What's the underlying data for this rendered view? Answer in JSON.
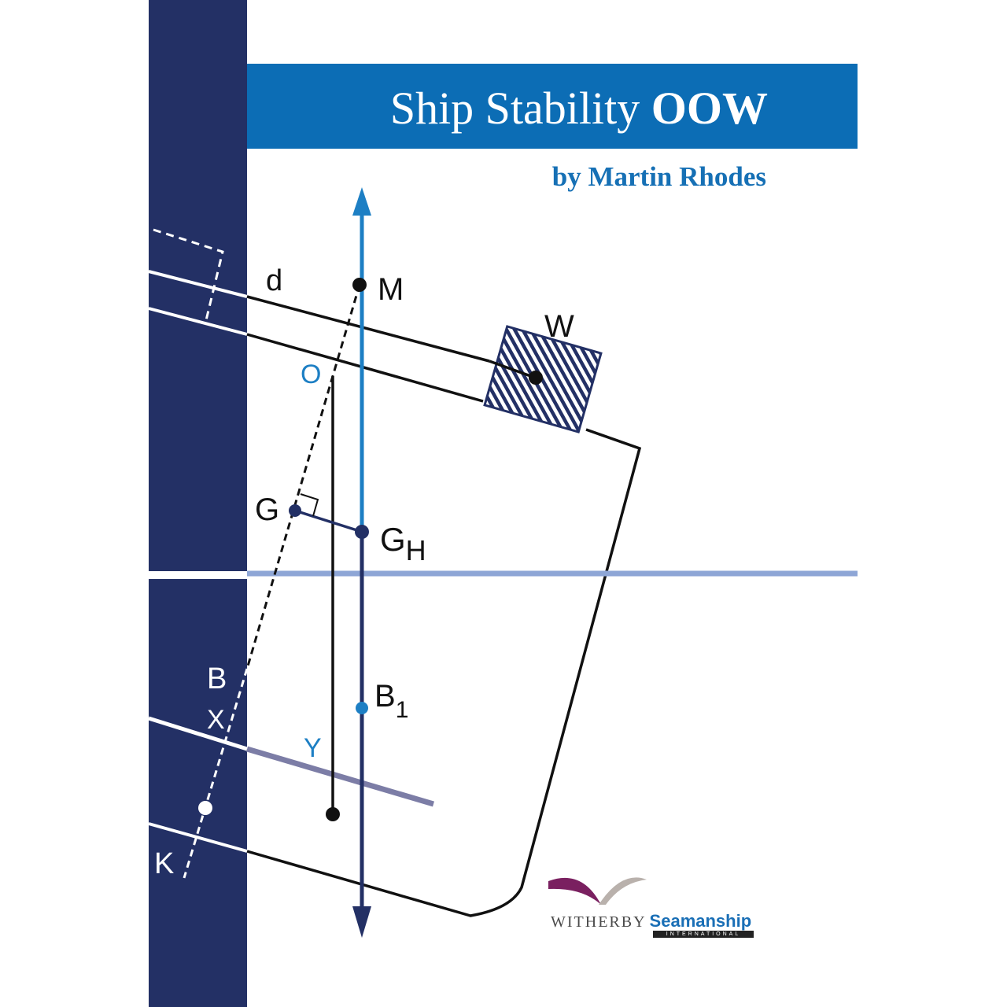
{
  "cover": {
    "title_regular": "Ship Stability",
    "title_bold": "OOW",
    "author": "by Martin Rhodes"
  },
  "diagram_labels": {
    "d": "d",
    "M": "M",
    "W": "W",
    "O": "O",
    "G": "G",
    "GH_main": "G",
    "GH_sub": "H",
    "B": "B",
    "X": "X",
    "B1_main": "B",
    "B1_sub": "1",
    "Y": "Y",
    "K": "K"
  },
  "publisher": {
    "name": "WITHERBY",
    "brand": "Seamanship",
    "subtitle": "INTERNATIONAL"
  },
  "colors": {
    "spine_navy": "#233065",
    "title_blue": "#0c6db5",
    "waterline_blue": "#8ea6d6",
    "keel_line": "#7c7da6",
    "label_blue": "#1d7fc4"
  }
}
